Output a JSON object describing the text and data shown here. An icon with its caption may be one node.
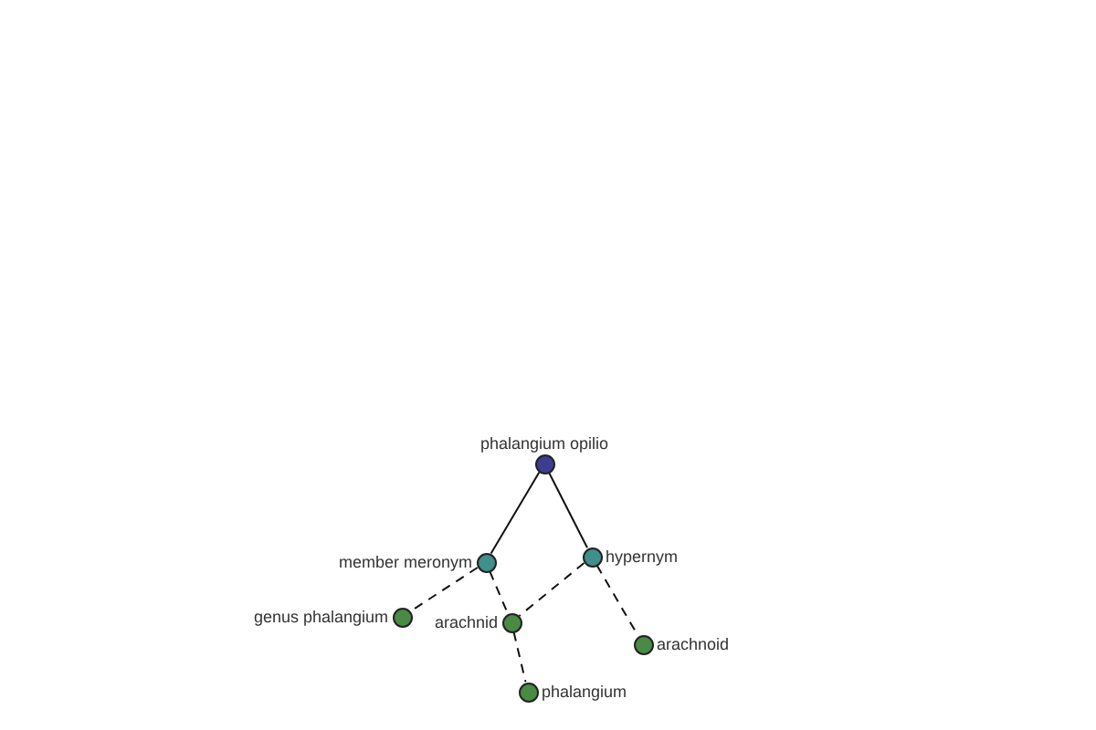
{
  "diagram": {
    "nodes": [
      {
        "text": [
          "phalangium opilio"
        ]
      },
      {
        "text": [
          "member meronym"
        ]
      },
      {
        "text": [
          "hypernym"
        ]
      },
      {
        "text": [
          "genus phalangium"
        ]
      },
      {
        "text": [
          "arachnid"
        ]
      },
      {
        "text": [
          "arachnoid"
        ]
      },
      {
        "text": [
          "phalangium"
        ]
      }
    ],
    "edges": [
      {
        "from": 0,
        "to": 1,
        "arrow": "none"
      },
      {
        "from": 0,
        "to": 2,
        "arrow": "none"
      },
      {
        "from": 1,
        "to": 3,
        "arrow": "none",
        "style": "dashed"
      },
      {
        "from": 1,
        "to": 4,
        "arrow": "none",
        "style": "dashed"
      },
      {
        "from": 2,
        "to": 4,
        "arrow": "none",
        "style": "dashed"
      },
      {
        "from": 2,
        "to": 5,
        "arrow": "none",
        "style": "dashed"
      },
      {
        "from": 4,
        "to": 6,
        "arrow": "none",
        "style": "dashed"
      }
    ]
  }
}
